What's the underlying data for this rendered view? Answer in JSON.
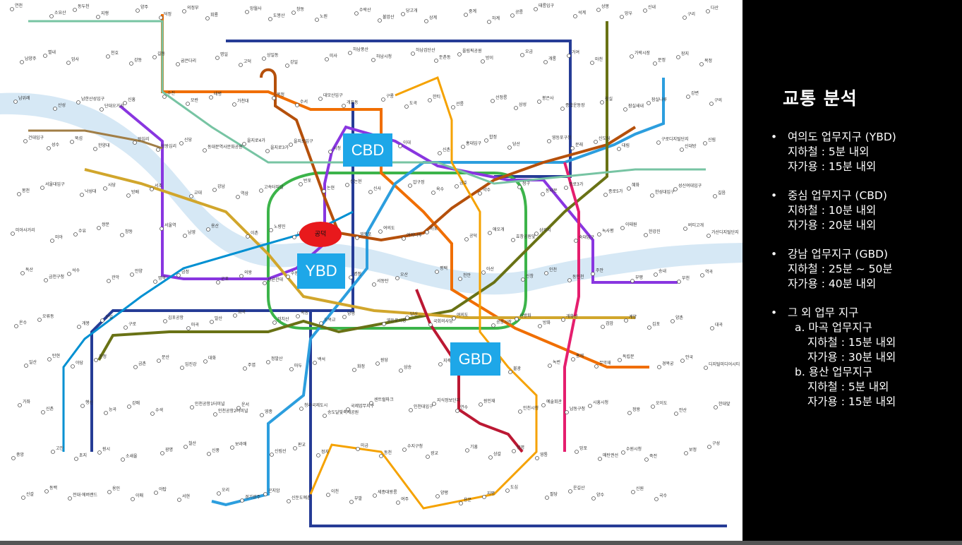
{
  "map": {
    "target_label": "공덕",
    "districts": {
      "cbd": "CBD",
      "ybd": "YBD",
      "gbd": "GBD"
    },
    "stations": [
      "연천",
      "소요산",
      "동두천",
      "지행",
      "양주",
      "덕정",
      "의정부",
      "회룡",
      "망월사",
      "도봉산",
      "창동",
      "노원",
      "수락산",
      "불암산",
      "당고개",
      "상계",
      "중계",
      "하계",
      "공릉",
      "태릉입구",
      "석계",
      "상봉",
      "망우",
      "신내",
      "구리",
      "다산",
      "남양주",
      "별내",
      "암사",
      "천호",
      "강동",
      "길동",
      "굽은다리",
      "명일",
      "고덕",
      "상일동",
      "강일",
      "미사",
      "하남풍산",
      "하남시청",
      "하남검단산",
      "둔촌동",
      "올림픽공원",
      "방이",
      "오금",
      "개롱",
      "거여",
      "마천",
      "가락시장",
      "문정",
      "장지",
      "복정",
      "남위례",
      "산성",
      "남한산성입구",
      "단대오거리",
      "신흥",
      "수진",
      "모란",
      "태평",
      "가천대",
      "복정",
      "수서",
      "대모산입구",
      "개포동",
      "구룡",
      "도곡",
      "한티",
      "선릉",
      "선정릉",
      "삼성",
      "봉은사",
      "종합운동장",
      "잠실",
      "잠실새내",
      "잠실나루",
      "강변",
      "구의",
      "건대입구",
      "성수",
      "뚝섬",
      "한양대",
      "왕십리",
      "상왕십리",
      "신당",
      "동대문역사문화공원",
      "을지로4가",
      "을지로3가",
      "을지로입구",
      "시청",
      "충정로",
      "아현",
      "이대",
      "신촌",
      "홍대입구",
      "합정",
      "당산",
      "영등포구청",
      "문래",
      "신도림",
      "대림",
      "구로디지털단지",
      "신대방",
      "신림",
      "봉천",
      "서울대입구",
      "낙성대",
      "사당",
      "방배",
      "서초",
      "교대",
      "강남",
      "역삼",
      "고속터미널",
      "반포",
      "논현",
      "신논현",
      "신사",
      "압구정",
      "옥수",
      "금호",
      "약수",
      "청구",
      "동대문",
      "종로3가",
      "종로5가",
      "혜화",
      "한성대입구",
      "성신여대입구",
      "길음",
      "미아사거리",
      "미아",
      "수유",
      "쌍문",
      "창동",
      "서울역",
      "남영",
      "용산",
      "이촌",
      "노량진",
      "대방",
      "신길",
      "영등포",
      "여의도",
      "여의나루",
      "마포",
      "공덕",
      "애오개",
      "효창공원앞",
      "삼각지",
      "숙대입구",
      "녹사평",
      "이태원",
      "한강진",
      "버티고개",
      "가산디지털단지",
      "독산",
      "금천구청",
      "석수",
      "관악",
      "안양",
      "명학",
      "금정",
      "군포",
      "의왕",
      "성균관대",
      "수원",
      "세류",
      "병점",
      "서동탄",
      "오산",
      "평택",
      "천안",
      "아산",
      "신창",
      "인천",
      "동인천",
      "주안",
      "부평",
      "송내",
      "부천",
      "역곡",
      "온수",
      "오류동",
      "개봉",
      "구일",
      "구로",
      "김포공항",
      "마곡",
      "발산",
      "화곡",
      "까치산",
      "목동",
      "오목교",
      "양평",
      "영등포시장",
      "당산",
      "국회의사당",
      "여의도",
      "공항시장",
      "신방화",
      "방화",
      "개화산",
      "검암",
      "계양",
      "김포",
      "양촌",
      "대곡",
      "일산",
      "탄현",
      "야당",
      "운정",
      "금촌",
      "문산",
      "임진강",
      "대화",
      "주엽",
      "정발산",
      "마두",
      "백석",
      "화정",
      "원당",
      "삼송",
      "지축",
      "구파발",
      "연신내",
      "불광",
      "녹번",
      "홍제",
      "무악재",
      "독립문",
      "경복궁",
      "안국",
      "디지털미디어시티",
      "가좌",
      "신촌",
      "행신",
      "능곡",
      "강매",
      "수색",
      "인천공항1터미널",
      "인천공항2터미널",
      "운서",
      "영종",
      "청라국제도시",
      "송도달빛축제공원",
      "국제업무지구",
      "센트럴파크",
      "인천대입구",
      "지식정보단지",
      "연수",
      "원인재",
      "인천시청",
      "예술회관",
      "남동구청",
      "시흥시청",
      "정왕",
      "오이도",
      "안산",
      "한대앞",
      "중앙",
      "고잔",
      "초지",
      "원시",
      "소새울",
      "광명",
      "철산",
      "신풍",
      "보라매",
      "신림선",
      "판교",
      "정자",
      "미금",
      "동천",
      "수지구청",
      "광교",
      "기흥",
      "상갈",
      "청명",
      "영통",
      "망포",
      "매탄권선",
      "수원시청",
      "죽전",
      "보정",
      "구성",
      "신갈",
      "동백",
      "전대·에버랜드",
      "용인",
      "이매",
      "야탑",
      "서현",
      "오리",
      "경기광주",
      "곤지암",
      "신둔도예촌",
      "이천",
      "부발",
      "세종대왕릉",
      "여주",
      "양평",
      "용문",
      "지평",
      "도심",
      "팔당",
      "운길산",
      "양수",
      "신원",
      "국수"
    ]
  },
  "panel": {
    "title": "교통 분석",
    "items": [
      {
        "bullet": "•",
        "heading": "여의도 업무지구 (YBD)",
        "lines": [
          "지하철 : 5분 내외",
          "자가용 : 15분 내외"
        ]
      },
      {
        "bullet": "•",
        "heading": "중심 업무지구 (CBD)",
        "lines": [
          "지하철 : 10분 내외",
          "자가용 : 20분 내외"
        ]
      },
      {
        "bullet": "•",
        "heading": "강남 업무지구 (GBD)",
        "lines": [
          "지하철 : 25분 ~ 50분",
          "자가용 : 40분 내외"
        ]
      },
      {
        "bullet": "•",
        "heading": "그 외 업무 지구",
        "subs": [
          {
            "label": "a. 마곡 업무지구",
            "lines": [
              "지하철 : 15분 내외",
              "자가용 : 30분 내외"
            ]
          },
          {
            "label": "b. 용산 업무지구",
            "lines": [
              "지하철 : 5분 내외",
              "자가용 : 15분 내외"
            ]
          }
        ]
      }
    ]
  },
  "line_colors": {
    "line1": "#263c96",
    "line2": "#3cb44a",
    "line3": "#f06e00",
    "line4": "#2c9ede",
    "line5": "#8936e0",
    "line6": "#b5500b",
    "line7": "#697215",
    "line8": "#e51e6e",
    "line9": "#d1a62c",
    "gyeongui": "#77c4a3",
    "suin": "#f5a200",
    "airport": "#0090d2",
    "shinbundang": "#bb1833",
    "river": "#d6e8f5",
    "district_box": "#1ea7e8",
    "marker": "#e8191c"
  }
}
